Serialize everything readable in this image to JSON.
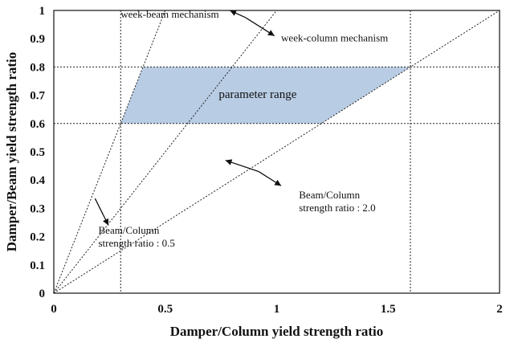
{
  "chart_data": {
    "type": "line",
    "xlabel": "Damper/Column yield strength ratio",
    "ylabel": "Damper/Beam yield strength ratio",
    "xlim": [
      0,
      2
    ],
    "ylim": [
      0,
      1
    ],
    "x_ticks": [
      {
        "value": 0,
        "label": "0"
      },
      {
        "value": 0.5,
        "label": "0.5"
      },
      {
        "value": 1,
        "label": "1"
      },
      {
        "value": 1.5,
        "label": "1.5"
      },
      {
        "value": 2,
        "label": "2"
      }
    ],
    "y_ticks": [
      {
        "value": 0,
        "label": "0"
      },
      {
        "value": 0.1,
        "label": "0.1"
      },
      {
        "value": 0.2,
        "label": "0.2"
      },
      {
        "value": 0.3,
        "label": "0.3"
      },
      {
        "value": 0.4,
        "label": "0.4"
      },
      {
        "value": 0.5,
        "label": "0.5"
      },
      {
        "value": 0.6,
        "label": "0.6"
      },
      {
        "value": 0.7,
        "label": "0.7"
      },
      {
        "value": 0.8,
        "label": "0.8"
      },
      {
        "value": 0.9,
        "label": "0.9"
      },
      {
        "value": 1,
        "label": "1"
      }
    ],
    "grid": false,
    "series": [
      {
        "x": [
          0,
          0.5
        ],
        "y": [
          0,
          1.0
        ],
        "style": "dotted"
      },
      {
        "x": [
          0,
          1.0
        ],
        "y": [
          0,
          1.0
        ],
        "style": "dotted"
      },
      {
        "x": [
          0,
          2.0
        ],
        "y": [
          0,
          1.0
        ],
        "style": "dotted"
      }
    ],
    "reference_lines": [
      {
        "orientation": "vertical",
        "value": 0.3
      },
      {
        "orientation": "vertical",
        "value": 1.6
      },
      {
        "orientation": "horizontal",
        "value": 0.6
      },
      {
        "orientation": "horizontal",
        "value": 0.8
      }
    ],
    "region": {
      "label": "parameter range",
      "fill": "#b8cce4",
      "x": [
        0.3,
        0.4,
        1.6,
        1.2
      ],
      "y": [
        0.6,
        0.8,
        0.8,
        0.6
      ]
    },
    "annotations": [
      {
        "lines": [
          "week-beam mechanism"
        ],
        "x": 0.3,
        "y": 0.975,
        "size": "small"
      },
      {
        "lines": [
          "week-column mechanism"
        ],
        "x": 1.02,
        "y": 0.89,
        "size": "small"
      },
      {
        "lines": [
          "Beam/Column",
          "strength ratio : 2.0"
        ],
        "x": 1.1,
        "y": 0.335,
        "size": "small"
      },
      {
        "lines": [
          "Beam/Column",
          "strength ratio : 0.5"
        ],
        "x": 0.2,
        "y": 0.21,
        "size": "small"
      },
      {
        "lines": [
          "parameter range"
        ],
        "x": 0.74,
        "y": 0.69,
        "size": "big"
      }
    ],
    "arrows": [
      {
        "from": [
          0.86,
          0.975
        ],
        "to": [
          0.79,
          1.0
        ]
      },
      {
        "from": [
          0.86,
          0.975
        ],
        "to": [
          0.99,
          0.91
        ]
      },
      {
        "from": [
          0.92,
          0.43
        ],
        "to": [
          0.77,
          0.47
        ]
      },
      {
        "from": [
          0.92,
          0.43
        ],
        "to": [
          1.02,
          0.38
        ]
      },
      {
        "from": [
          0.185,
          0.335
        ],
        "to": [
          0.245,
          0.24
        ]
      }
    ]
  }
}
